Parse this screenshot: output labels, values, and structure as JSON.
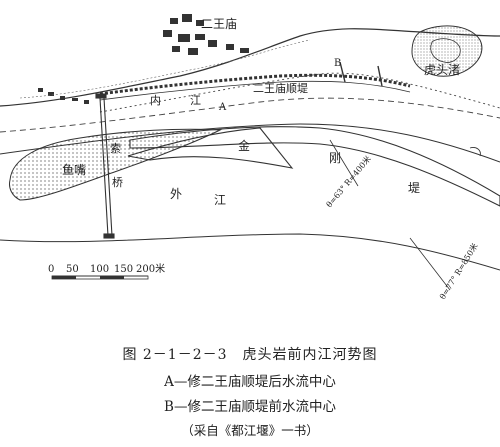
{
  "labels": {
    "temple": "二王庙",
    "hutouzhu": "虎头渚",
    "levee": "二王庙顺堤",
    "inner_river": [
      "内",
      "江"
    ],
    "point_a": "A",
    "point_b": "B",
    "yuzui": "鱼嘴",
    "bridge": [
      "索",
      "桥"
    ],
    "jingang": [
      "金",
      "刚",
      "堤"
    ],
    "outer_river": [
      "外",
      "江"
    ],
    "angle1": "θ=63°  R=400米",
    "angle2": "θ=77°  R=850米",
    "scale_ticks": [
      "0",
      "50",
      "100",
      "150",
      "200米"
    ]
  },
  "caption": {
    "title": "图 2－1－2－3　虎头岩前内江河势图",
    "line_a": "A—修二王庙顺堤后水流中心",
    "line_b": "B—修二王庙顺堤前水流中心",
    "source": "（采自《都江堰》一书）"
  },
  "colors": {
    "ink": "#222222",
    "bg": "#ffffff"
  }
}
